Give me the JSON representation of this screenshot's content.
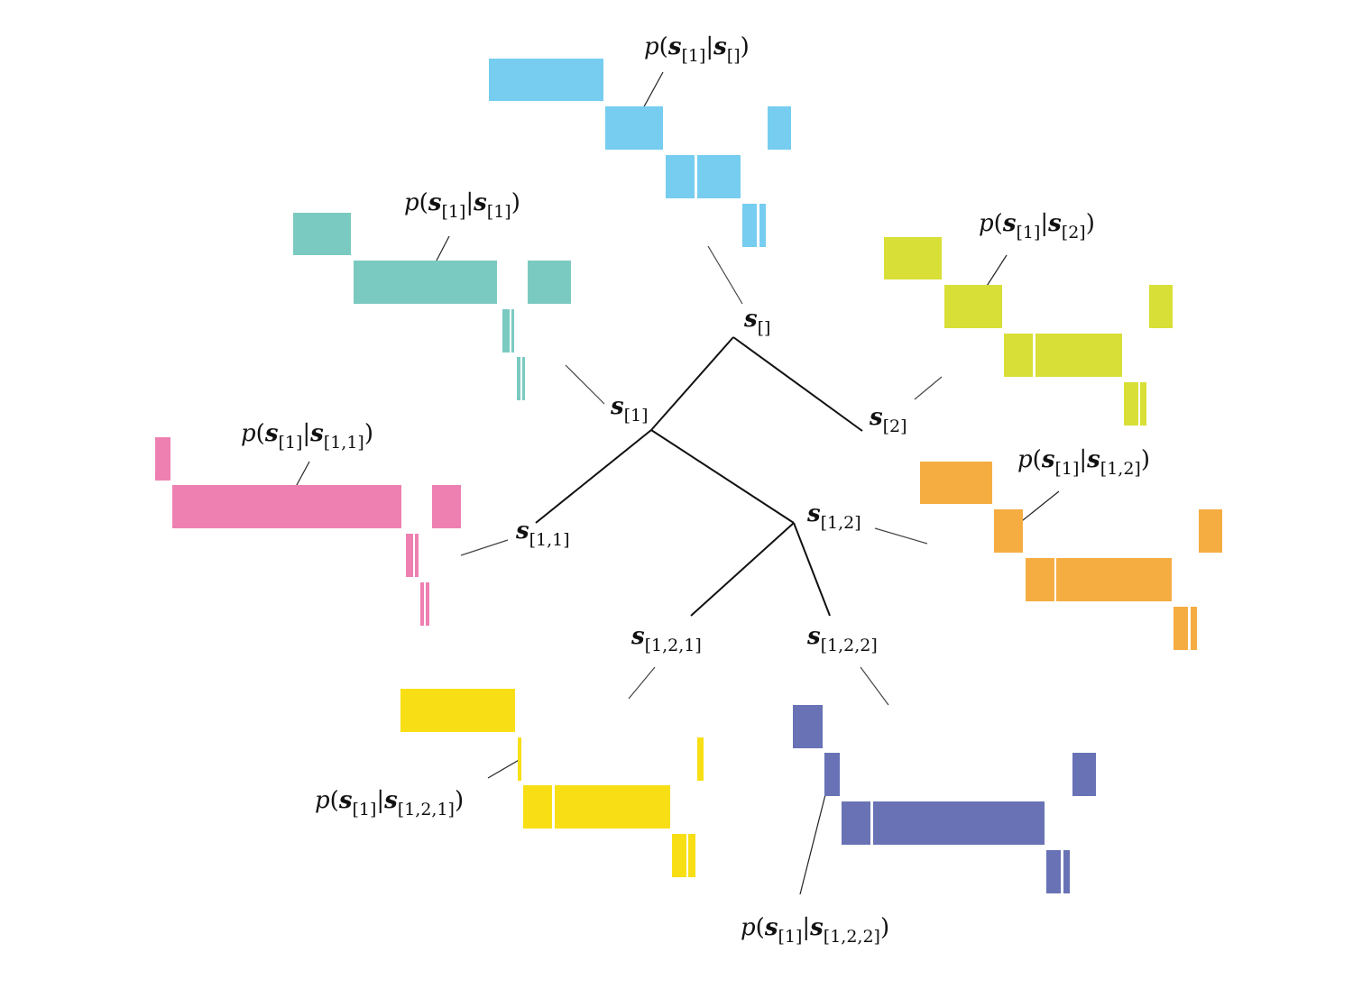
{
  "tree_nodes": {
    "root": {
      "base": "s",
      "sub": "[]"
    },
    "n1": {
      "base": "s",
      "sub": "[1]"
    },
    "n2": {
      "base": "s",
      "sub": "[2]"
    },
    "n11": {
      "base": "s",
      "sub": "[1,1]"
    },
    "n12": {
      "base": "s",
      "sub": "[1,2]"
    },
    "n121": {
      "base": "s",
      "sub": "[1,2,1]"
    },
    "n122": {
      "base": "s",
      "sub": "[1,2,2]"
    }
  },
  "distributions": {
    "root": {
      "p": "p",
      "open": "(",
      "s1": "s",
      "sub1": "[1]",
      "bar": "|",
      "s2": "s",
      "sub2": "[]",
      "close": ")",
      "color": "#76cdf0"
    },
    "n1": {
      "p": "p",
      "open": "(",
      "s1": "s",
      "sub1": "[1]",
      "bar": "|",
      "s2": "s",
      "sub2": "[1]",
      "close": ")",
      "color": "#7bcac2"
    },
    "n2": {
      "p": "p",
      "open": "(",
      "s1": "s",
      "sub1": "[1]",
      "bar": "|",
      "s2": "s",
      "sub2": "[2]",
      "close": ")",
      "color": "#d8df36"
    },
    "n11": {
      "p": "p",
      "open": "(",
      "s1": "s",
      "sub1": "[1]",
      "bar": "|",
      "s2": "s",
      "sub2": "[1,1]",
      "close": ")",
      "color": "#ee80b1"
    },
    "n12": {
      "p": "p",
      "open": "(",
      "s1": "s",
      "sub1": "[1]",
      "bar": "|",
      "s2": "s",
      "sub2": "[1,2]",
      "close": ")",
      "color": "#f5ad42"
    },
    "n121": {
      "p": "p",
      "open": "(",
      "s1": "s",
      "sub1": "[1]",
      "bar": "|",
      "s2": "s",
      "sub2": "[1,2,1]",
      "close": ")",
      "color": "#f8df15"
    },
    "n122": {
      "p": "p",
      "open": "(",
      "s1": "s",
      "sub1": "[1]",
      "bar": "|",
      "s2": "s",
      "sub2": "[1,2,2]",
      "close": ")",
      "color": "#6872b5"
    }
  },
  "colors": {
    "tree_line": "#111111",
    "leader_line": "#444444",
    "bar_separator": "#ffffff"
  }
}
